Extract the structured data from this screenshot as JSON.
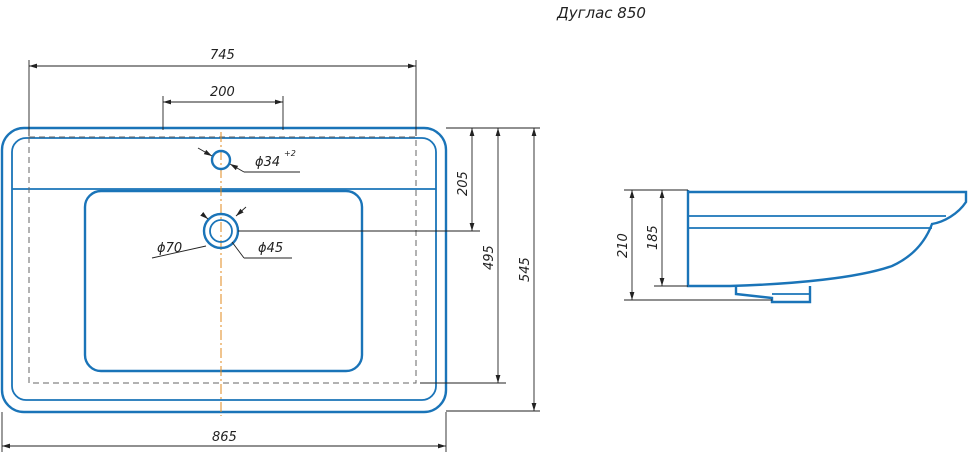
{
  "title": "Дуглас 850",
  "top_view": {
    "dims": {
      "inner_width": "745",
      "faucet_spacing": "200",
      "outer_width": "865",
      "faucet_hole_dia": "ϕ34",
      "faucet_hole_tol": "+2",
      "drain_outer_dia": "ϕ70",
      "drain_inner_dia": "ϕ45",
      "deck_to_drain": "205",
      "inner_depth": "495",
      "outer_depth": "545"
    }
  },
  "side_view": {
    "dims": {
      "total_height": "210",
      "bowl_height": "185"
    }
  },
  "colors": {
    "outline": "#1a74b8",
    "centerline": "#e08a1e",
    "dimension": "#222222"
  }
}
